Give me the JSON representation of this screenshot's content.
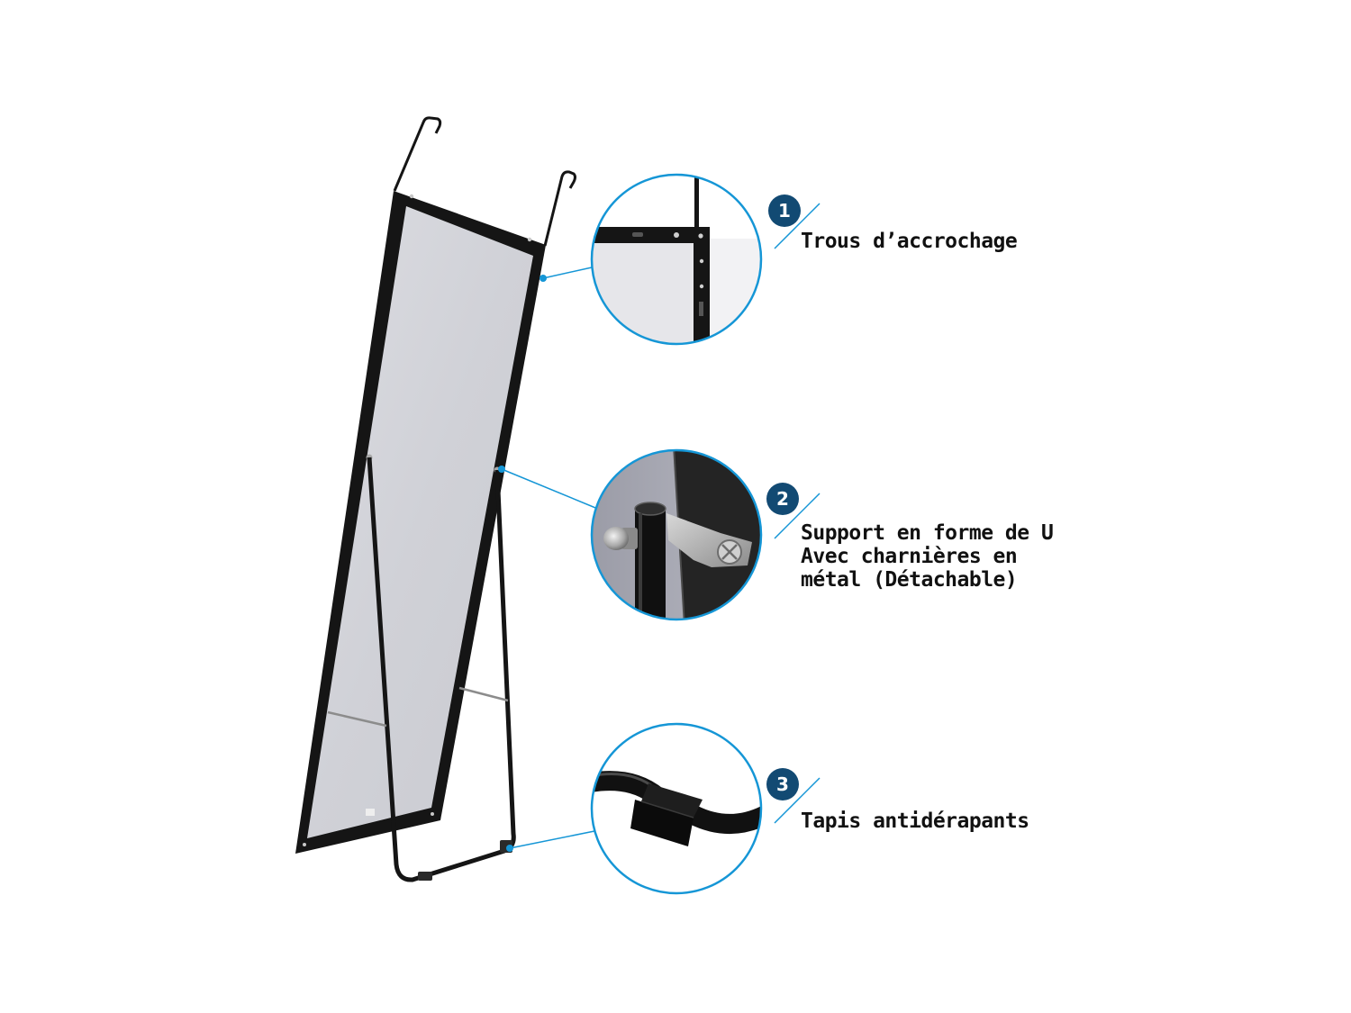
{
  "accent_color": "#1596d6",
  "badge_color": "#124a73",
  "frame_color": "#151515",
  "features": [
    {
      "number": "1",
      "icon": "hanging-holes-detail",
      "lines": [
        "Trous d’accrochage"
      ]
    },
    {
      "number": "2",
      "icon": "u-support-hinge-detail",
      "lines": [
        "Support en forme de U",
        "Avec charnières en",
        "métal (Détachable)"
      ]
    },
    {
      "number": "3",
      "icon": "anti-slip-pad-detail",
      "lines": [
        "Tapis antidérapants"
      ]
    }
  ]
}
